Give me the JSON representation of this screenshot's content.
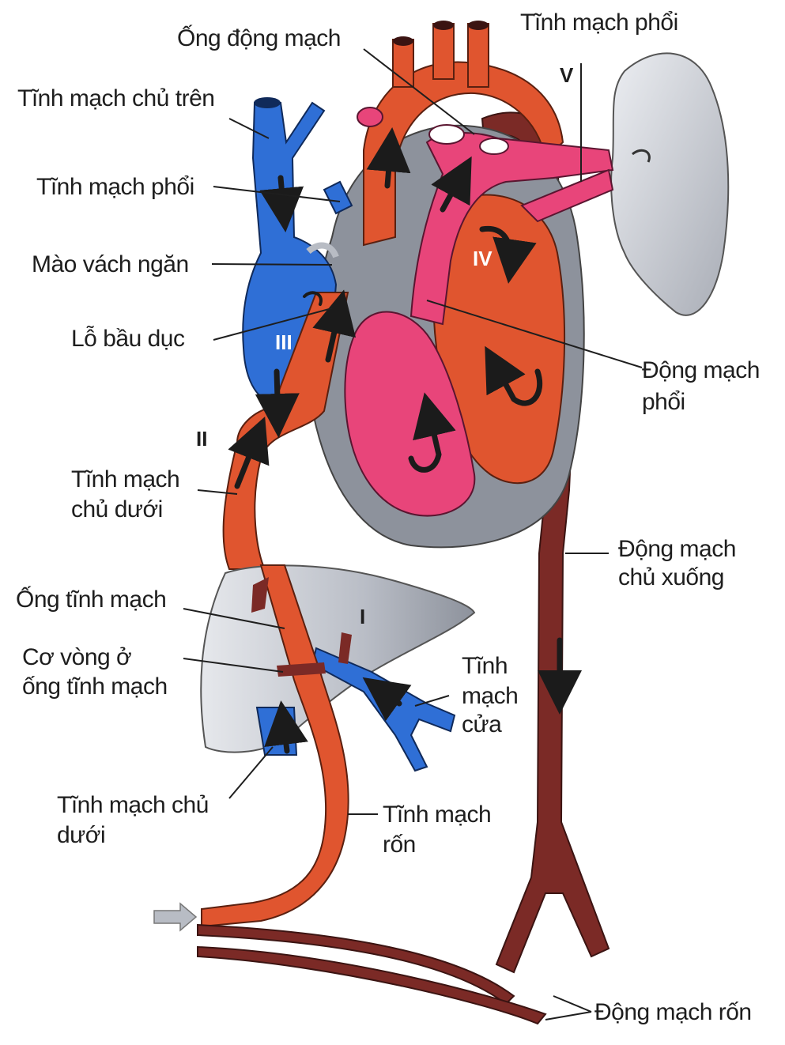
{
  "labels": {
    "ong_dong_mach": "Ống động mạch",
    "tinh_mach_phoi_top": "Tĩnh mạch phổi",
    "tinh_mach_chu_tren": "Tĩnh mạch chủ trên",
    "tinh_mach_phoi_left": "Tĩnh mạch phổi",
    "mao_vach_ngan": "Mào vách ngăn",
    "lo_bau_duc": "Lỗ bầu dục",
    "dong_mach_phoi": [
      "Động mạch",
      "phổi"
    ],
    "tinh_mach_chu_duoi_upper": [
      "Tĩnh mạch",
      "chủ dưới"
    ],
    "dong_mach_chu_xuong": [
      "Động mạch",
      "chủ xuống"
    ],
    "ong_tinh_mach": "Ống tĩnh mạch",
    "co_vong": [
      "Cơ vòng ở",
      "ống tĩnh mạch"
    ],
    "tinh_mach_cua": [
      "Tĩnh",
      "mạch",
      "cửa"
    ],
    "tinh_mach_chu_duoi_lower": [
      "Tĩnh mạch chủ",
      "dưới"
    ],
    "tinh_mach_ron": [
      "Tĩnh mạch",
      "rốn"
    ],
    "dong_mach_ron": "Động mạch rốn"
  },
  "numerals": [
    "I",
    "II",
    "III",
    "IV",
    "V"
  ],
  "colors": {
    "oxygenated": "#e0552f",
    "mixed": "#e8457a",
    "deoxygenated_vein": "#2f6fd6",
    "aorta_dark": "#7b2a26",
    "lung": "#c9ccd3",
    "liver": "#c6c9d0",
    "arrow": "#1b1b1b"
  }
}
